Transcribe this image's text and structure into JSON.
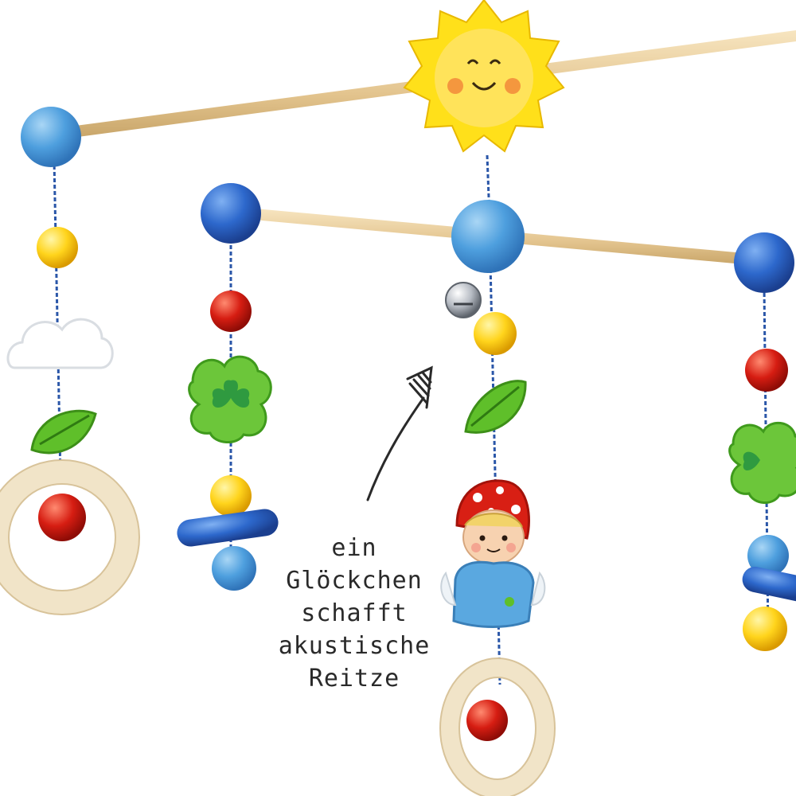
{
  "caption": {
    "lines": [
      "ein",
      "Glöckchen",
      "schafft",
      "akustische",
      "Reitze"
    ]
  },
  "colors": {
    "background": "#ffffff",
    "wood": "#e9cf9f",
    "sun": "#ffe01a",
    "bead_light_blue": "#5aa8e0",
    "bead_blue": "#2f6fd0",
    "bead_red": "#d81f14",
    "bead_yellow": "#ffd21a",
    "leaf_green": "#5fbf2a",
    "ring_wood": "#f1e4c8"
  },
  "icons": [
    "sun-icon",
    "bell-icon",
    "clover-icon",
    "leaf-icon",
    "cloud-icon",
    "fairy-doll-icon",
    "ring-icon",
    "arrow-icon"
  ]
}
